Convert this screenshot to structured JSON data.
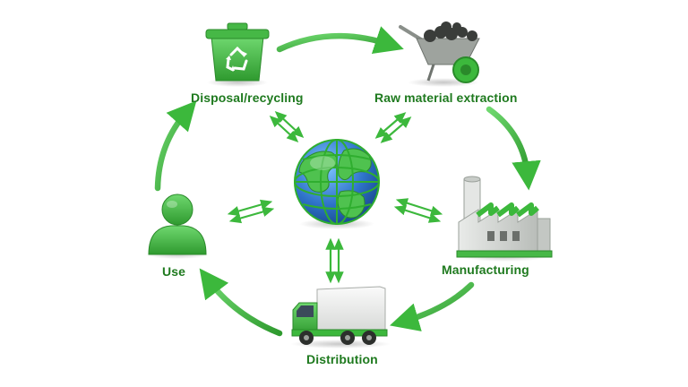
{
  "diagram": {
    "type": "lifecycle-cycle",
    "stages": [
      {
        "id": "disposal",
        "label": "Disposal/recycling",
        "icon": "recycling-bin-icon"
      },
      {
        "id": "raw",
        "label": "Raw material extraction",
        "icon": "wheelbarrow-icon"
      },
      {
        "id": "manufacturing",
        "label": "Manufacturing",
        "icon": "factory-icon"
      },
      {
        "id": "distribution",
        "label": "Distribution",
        "icon": "delivery-truck-icon"
      },
      {
        "id": "use",
        "label": "Use",
        "icon": "person-icon"
      }
    ],
    "center": {
      "icon": "globe-icon"
    },
    "colors": {
      "green": "#3cb83c",
      "dark_green": "#1f7a1f",
      "ocean_blue": "#2f73c9",
      "gray": "#b9bdb9"
    }
  }
}
